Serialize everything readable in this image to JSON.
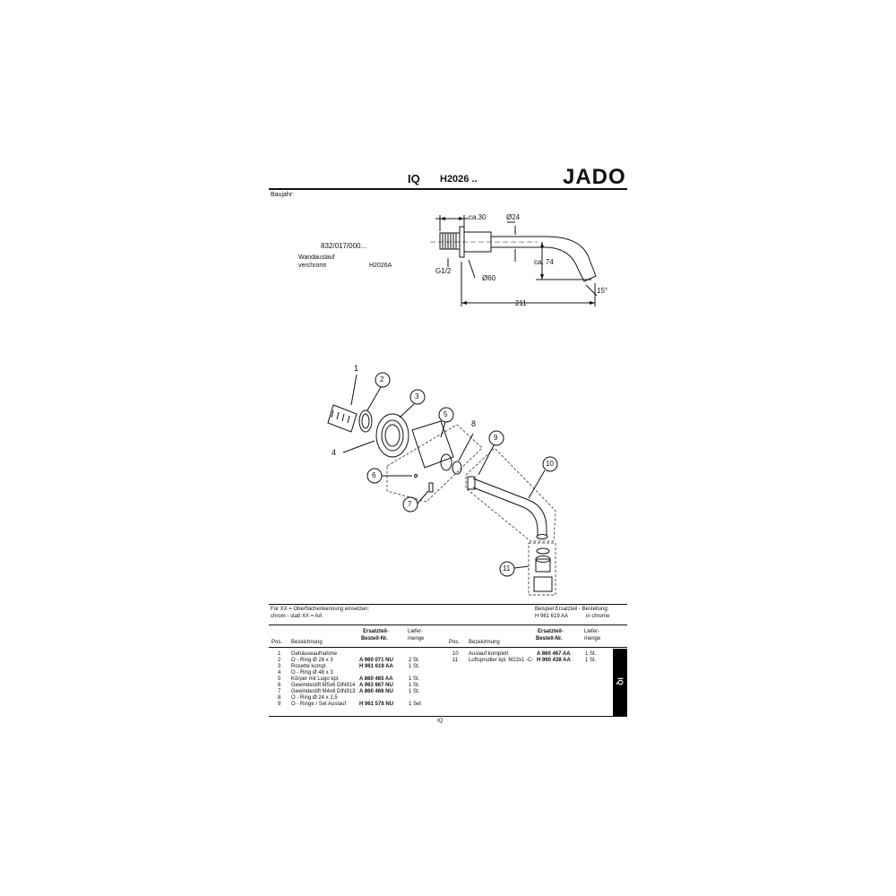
{
  "header": {
    "series": "IQ",
    "model": "H2026 ..",
    "brand": "JADO"
  },
  "baujahr_label": "Baujahr:",
  "product": {
    "number": "832/017/000...",
    "name": "Wandauslauf",
    "finish": "verchromt",
    "code": "H2026A"
  },
  "dimensions": {
    "d1": "ca.30",
    "d2": "Ø24",
    "d3": "G1/2",
    "d4": "ca. 74",
    "d5": "Ø60",
    "d6": "211",
    "d7": "15°"
  },
  "callouts": [
    "1",
    "2",
    "3",
    "4",
    "5",
    "6",
    "7",
    "8",
    "9",
    "10",
    "11"
  ],
  "notes": {
    "left_1": "Für XX = Oberflächenkennung einsetzen:",
    "left_2": "chrom - statt XX = AA",
    "right_1": "Beispiel Ersatzteil - Bestellung:",
    "right_2a": "H 961 619 AA",
    "right_2b": "in chrome"
  },
  "table": {
    "headers": {
      "pos": "Pos.",
      "name": "Bezeichnung",
      "part_1": "Ersatzteil-",
      "part_2": "Bestell-Nr.",
      "qty_1": "Liefer-",
      "qty_2": "menge"
    },
    "left_rows": [
      {
        "pos": "1",
        "name": "Gehäuseaufnahme",
        "part": "",
        "qty": ""
      },
      {
        "pos": "2",
        "name": "O - Ring  Ø 28 x 3",
        "part": "A 960 071 NU",
        "qty": "2 St."
      },
      {
        "pos": "3",
        "name": "Rosette kompl.",
        "part": "H 961 619 AA",
        "qty": "1 St."
      },
      {
        "pos": "4",
        "name": "O - Ring  Ø 48 x 3",
        "part": "",
        "qty": ""
      },
      {
        "pos": "5",
        "name": "Körper mit Logo kpl.",
        "part": "A 860 465 AA",
        "qty": "1 St."
      },
      {
        "pos": "6",
        "name": "Gewindestift M5x6 DIN914",
        "part": "A 963 667 NU",
        "qty": "1 St."
      },
      {
        "pos": "7",
        "name": "Gewindestift M4x8 DIN913",
        "part": "A 860 466 NU",
        "qty": "1 St."
      },
      {
        "pos": "8",
        "name": "O - Ring  Ø 24 x 2,5",
        "part": "",
        "qty": ""
      },
      {
        "pos": "9",
        "name": "O - Ringe / Set Auslauf",
        "part": "H 961 578 NU",
        "qty": "1 Set"
      }
    ],
    "right_rows": [
      {
        "pos": "10",
        "name": "Auslauf komplett",
        "part": "A 860 467 AA",
        "qty": "1 St."
      },
      {
        "pos": "11",
        "name": "Luftsprudler kpl. M22x1 -C-",
        "part": "H 960 438 AA",
        "qty": "1 St."
      }
    ]
  },
  "side_tab": "IQ",
  "footer": "IQ"
}
